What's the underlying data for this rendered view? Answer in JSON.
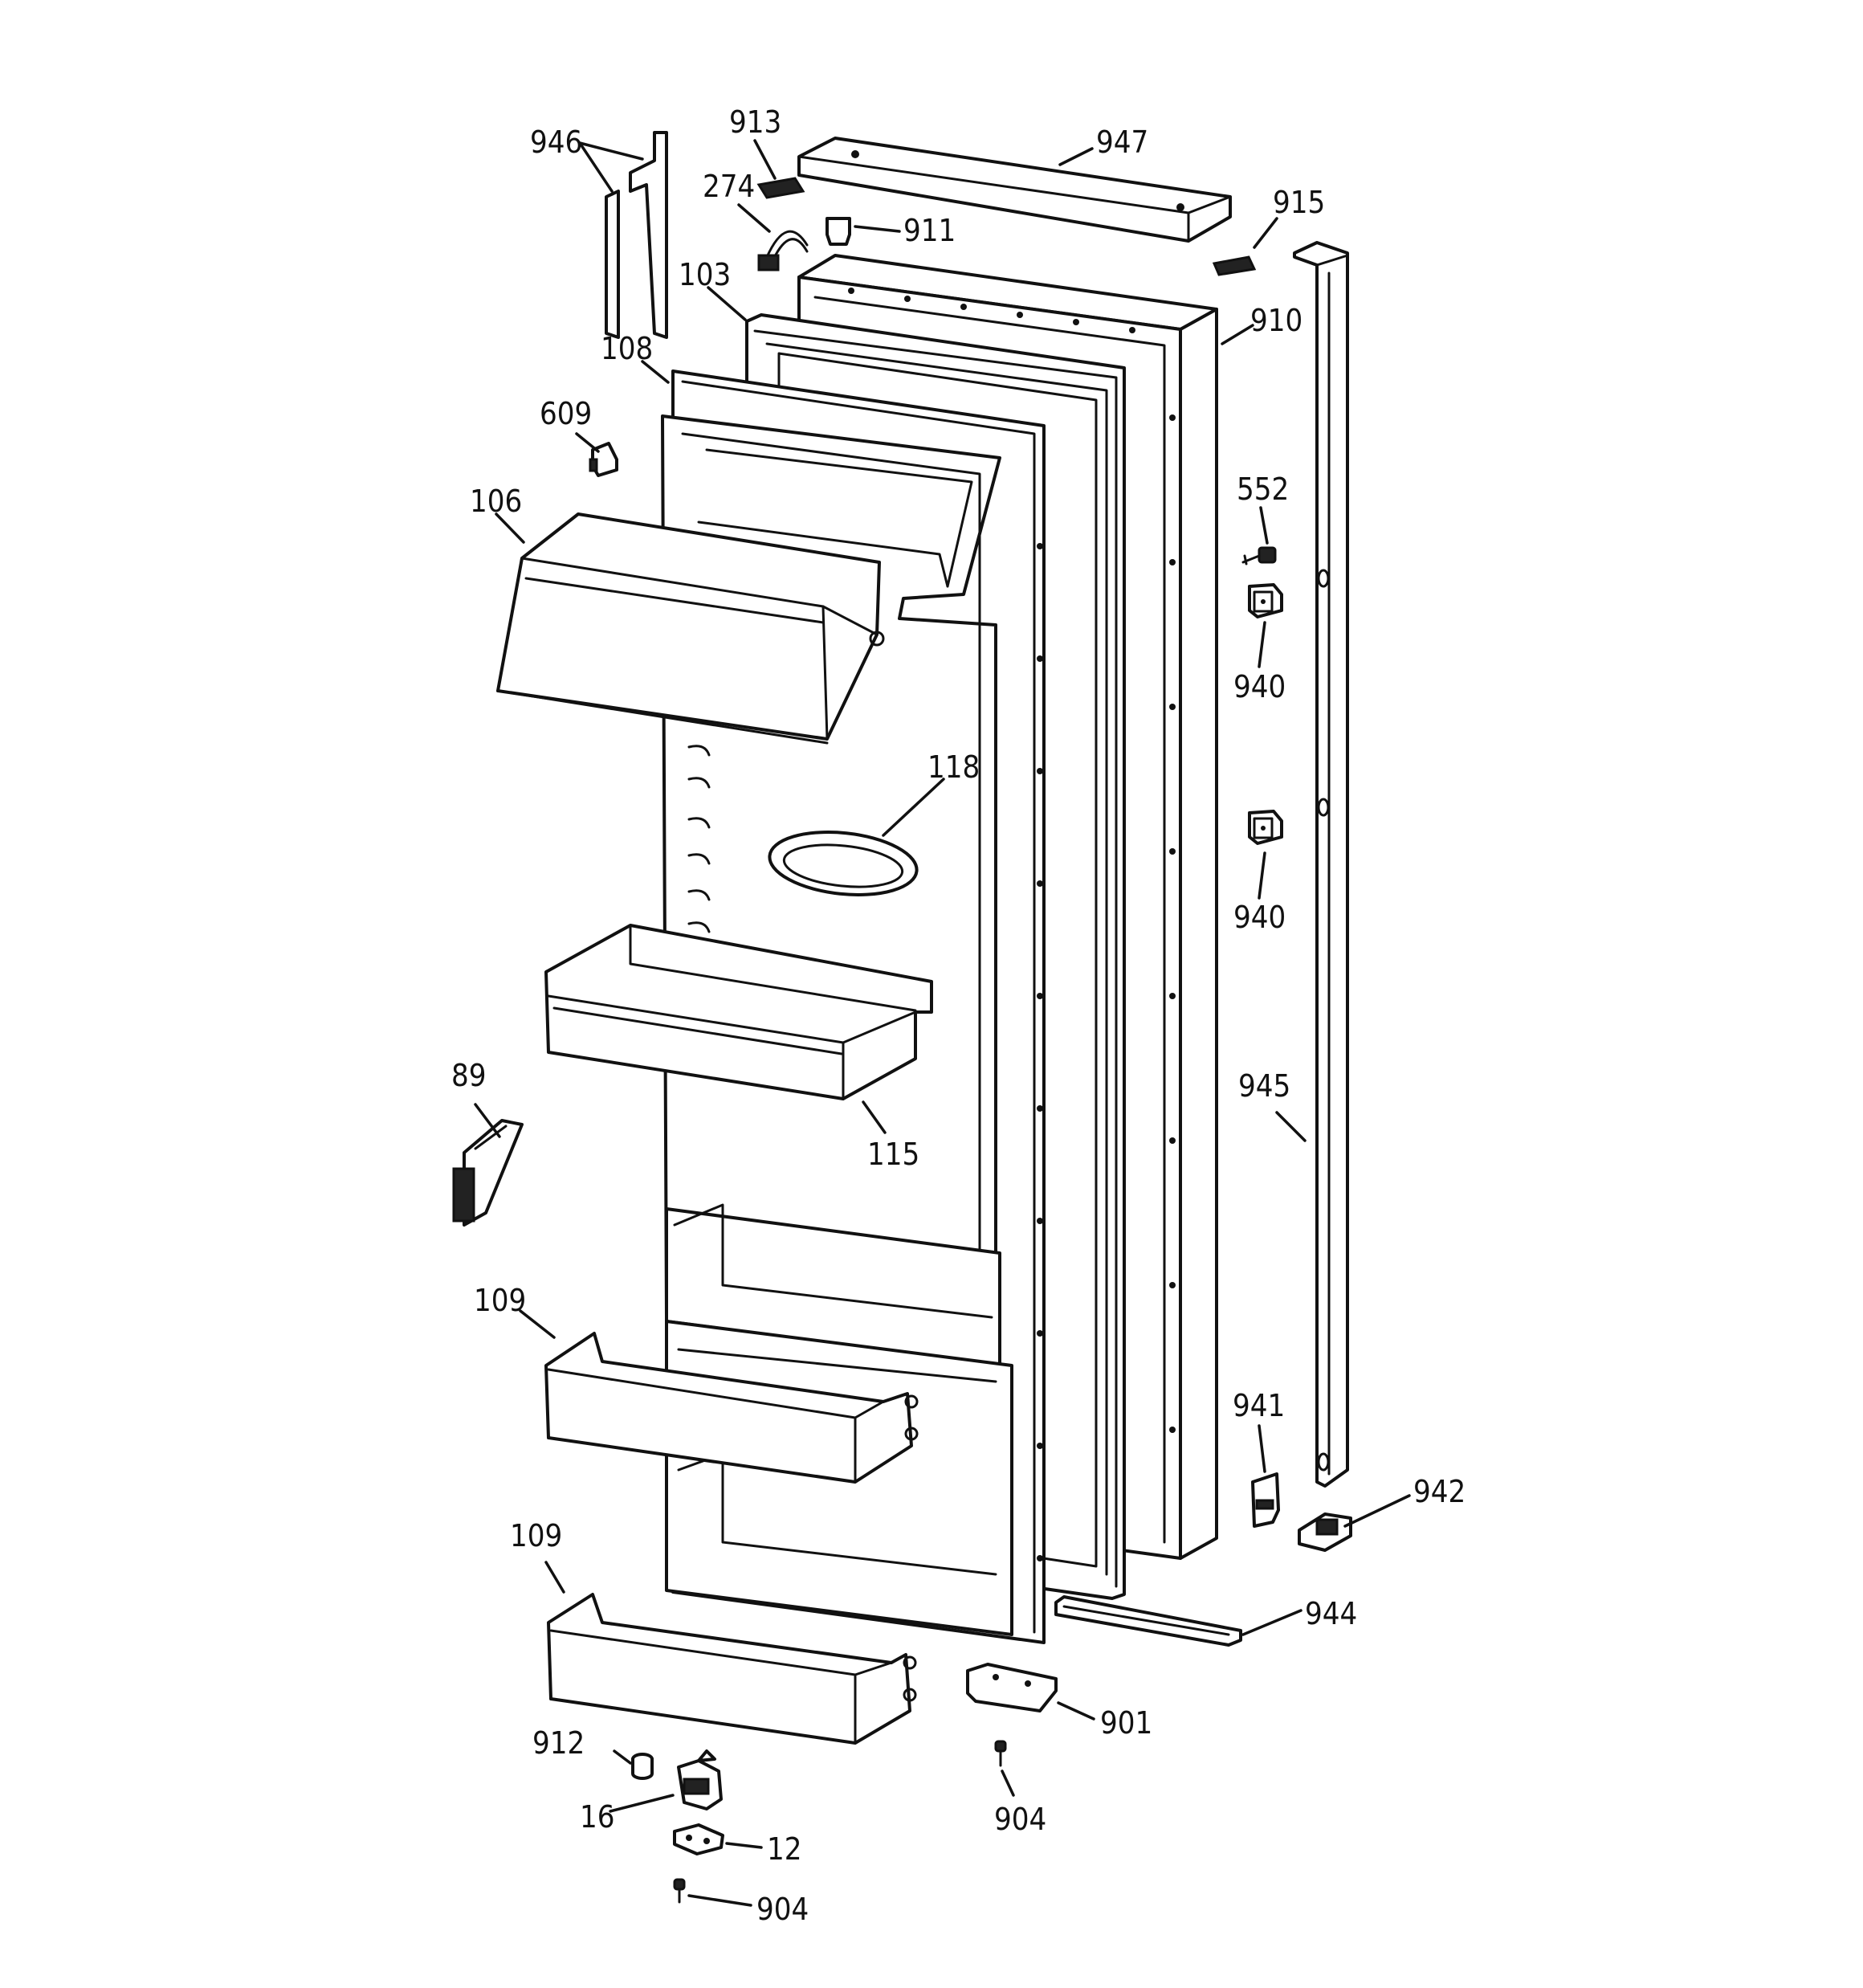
{
  "callouts": [
    {
      "id": "c946",
      "text": "946"
    },
    {
      "id": "c913",
      "text": "913"
    },
    {
      "id": "c947",
      "text": "947"
    },
    {
      "id": "c274",
      "text": "274"
    },
    {
      "id": "c911",
      "text": "911"
    },
    {
      "id": "c915",
      "text": "915"
    },
    {
      "id": "c103",
      "text": "103"
    },
    {
      "id": "c910",
      "text": "910"
    },
    {
      "id": "c108",
      "text": "108"
    },
    {
      "id": "c609",
      "text": "609"
    },
    {
      "id": "c552",
      "text": "552"
    },
    {
      "id": "c106",
      "text": "106"
    },
    {
      "id": "c940a",
      "text": "940"
    },
    {
      "id": "c118",
      "text": "118"
    },
    {
      "id": "c940b",
      "text": "940"
    },
    {
      "id": "c89",
      "text": "89"
    },
    {
      "id": "c945",
      "text": "945"
    },
    {
      "id": "c115",
      "text": "115"
    },
    {
      "id": "c109a",
      "text": "109"
    },
    {
      "id": "c941",
      "text": "941"
    },
    {
      "id": "c942",
      "text": "942"
    },
    {
      "id": "c109b",
      "text": "109"
    },
    {
      "id": "c944",
      "text": "944"
    },
    {
      "id": "c901",
      "text": "901"
    },
    {
      "id": "c912",
      "text": "912"
    },
    {
      "id": "c16",
      "text": "16"
    },
    {
      "id": "c904a",
      "text": "904"
    },
    {
      "id": "c12",
      "text": "12"
    },
    {
      "id": "c904b",
      "text": "904"
    }
  ]
}
